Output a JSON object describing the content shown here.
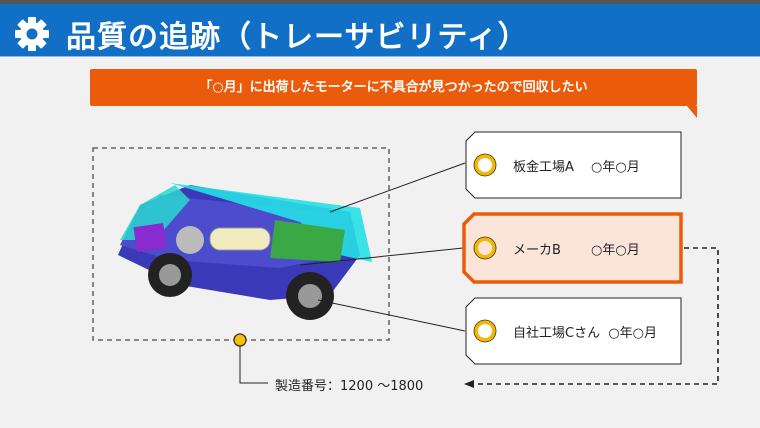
{
  "header": {
    "title": "品質の追跡（トレーサビリティ）",
    "icon": "gear-icon"
  },
  "callout": {
    "text": "「○月」に出荷したモーターに不具合が見つかったので回収したい"
  },
  "tags": [
    {
      "label": "板金工場A　 ○年○月",
      "highlighted": false
    },
    {
      "label": "メーカB　　 ○年○月",
      "highlighted": true
    },
    {
      "label": "自社工場Cさん  ○年○月",
      "highlighted": false
    }
  ],
  "serial": {
    "text": "製造番号：1200 ～1800"
  },
  "colors": {
    "header": "#1170c6",
    "accent": "#ea5b0c",
    "highlight_fill": "#fbe5d9",
    "ring": "#f5b800"
  }
}
